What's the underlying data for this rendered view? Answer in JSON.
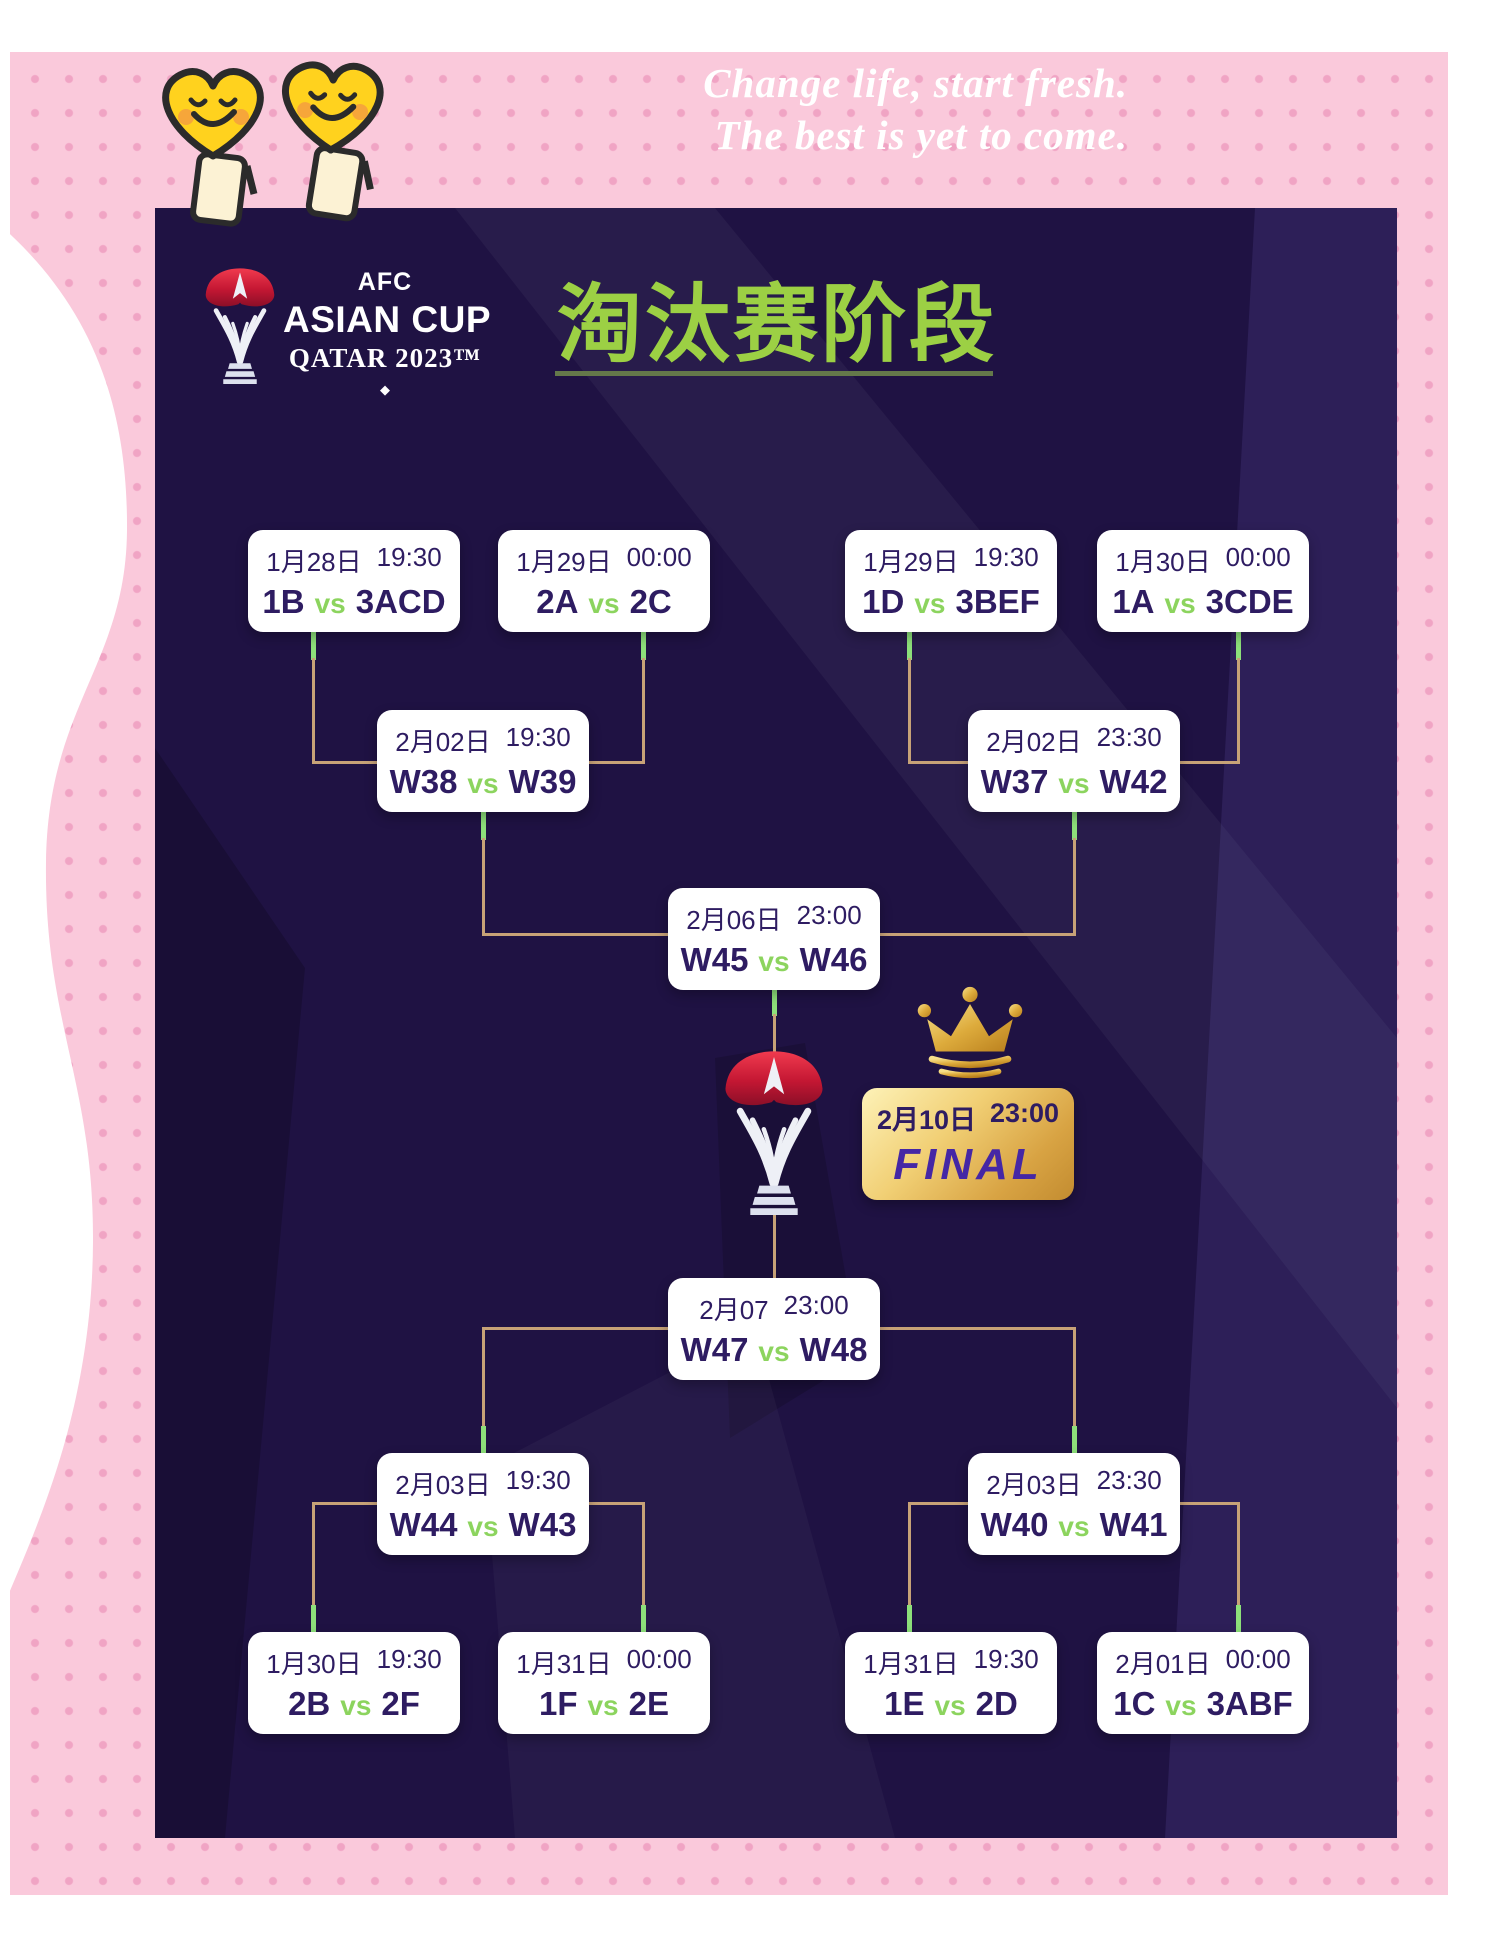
{
  "quote": {
    "line1": "Change life, start fresh.",
    "line2": "The best is yet to come."
  },
  "header": {
    "logo_afc": "AFC",
    "logo_name": "ASIAN CUP",
    "logo_sub": "QATAR 2023™",
    "logo_mark": "◆",
    "title": "淘汰赛阶段"
  },
  "labels": {
    "vs": "vs",
    "final": "FINAL",
    "final_datetime": "2月10日  23:00"
  },
  "final": {
    "date": "2月10日",
    "time": "23:00",
    "label": "FINAL"
  },
  "matches": [
    {
      "date": "1月28日",
      "time": "19:30",
      "home": "1B",
      "away": "3ACD"
    },
    {
      "date": "1月29日",
      "time": "00:00",
      "home": "2A",
      "away": "2C"
    },
    {
      "date": "1月29日",
      "time": "19:30",
      "home": "1D",
      "away": "3BEF"
    },
    {
      "date": "1月30日",
      "time": "00:00",
      "home": "1A",
      "away": "3CDE"
    },
    {
      "date": "2月02日",
      "time": "19:30",
      "home": "W38",
      "away": "W39"
    },
    {
      "date": "2月02日",
      "time": "23:30",
      "home": "W37",
      "away": "W42"
    },
    {
      "date": "2月06日",
      "time": "23:00",
      "home": "W45",
      "away": "W46"
    },
    {
      "date": "2月07",
      "time": "23:00",
      "home": "W47",
      "away": "W48"
    },
    {
      "date": "2月03日",
      "time": "19:30",
      "home": "W44",
      "away": "W43"
    },
    {
      "date": "2月03日",
      "time": "23:30",
      "home": "W40",
      "away": "W41"
    },
    {
      "date": "1月30日",
      "time": "19:30",
      "home": "2B",
      "away": "2F"
    },
    {
      "date": "1月31日",
      "time": "00:00",
      "home": "1F",
      "away": "2E"
    },
    {
      "date": "1月31日",
      "time": "19:30",
      "home": "1E",
      "away": "2D"
    },
    {
      "date": "2月01日",
      "time": "00:00",
      "home": "1C",
      "away": "3ABF"
    }
  ],
  "colors": {
    "panel": "#1f1243",
    "pink": "#fac9db",
    "title_green": "#9cd044",
    "vs_green": "#8cd45e",
    "connector_tan": "#c7a277",
    "connector_green": "#8de07a",
    "box_text": "#2e1c62",
    "final_purple": "#4527a5",
    "gold": "#d8a343"
  }
}
